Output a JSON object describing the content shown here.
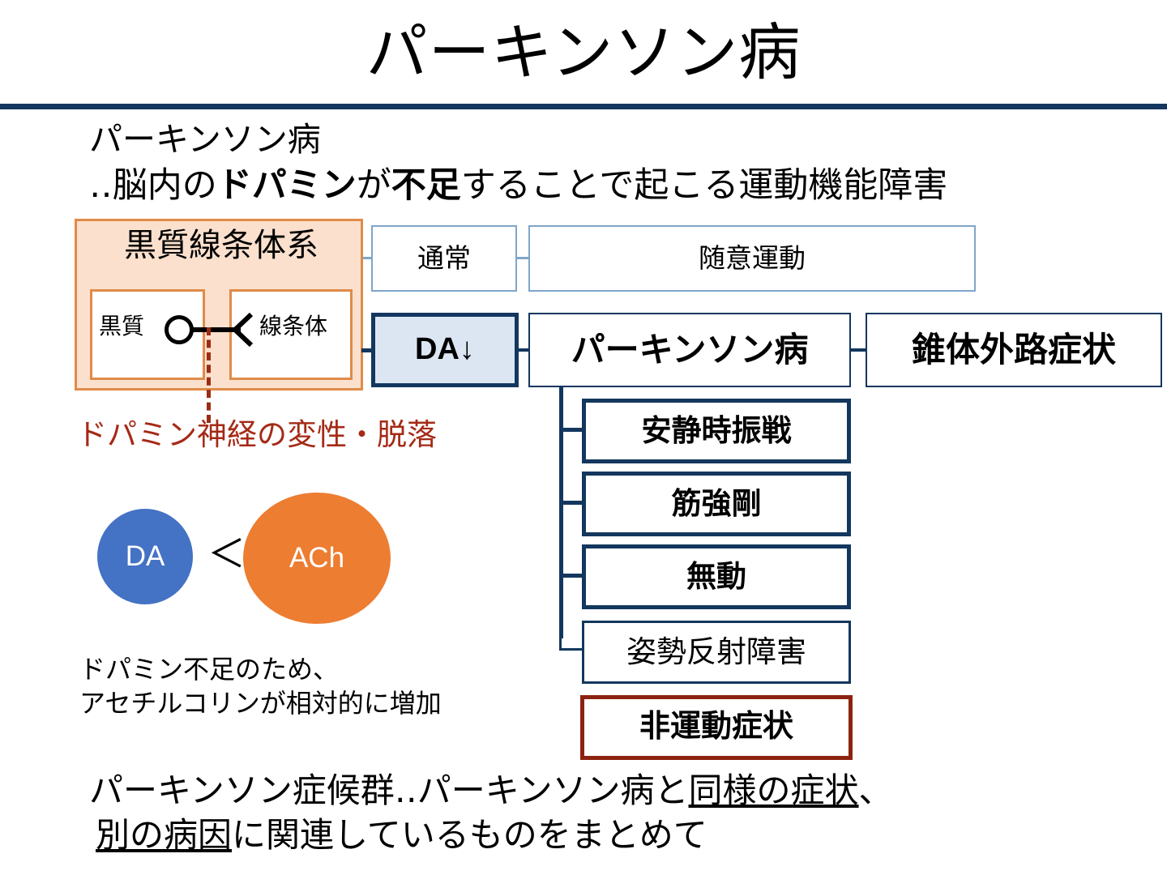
{
  "slide": {
    "title": "パーキンソン病",
    "rule_color": "#13375e"
  },
  "lead": {
    "line1": "パーキンソン病",
    "line2_prefix": "‥脳内の",
    "line2_bold1": "ドパミン",
    "line2_mid": "が",
    "line2_bold2": "不足",
    "line2_suffix": "することで起こる運動機能障害"
  },
  "nigrostriatal": {
    "group_label": "黒質線条体系",
    "cell_left_label": "黒質",
    "cell_right_label": "線条体",
    "group_fill": "#fbe0cd",
    "group_border": "#e08b48",
    "degeneration_caption": "ドパミン神経の変性・脱落",
    "degeneration_color": "#a52a16"
  },
  "flow": {
    "normal": "通常",
    "voluntary_movement": "随意運動",
    "da_down": "DA↓",
    "parkinson_disease": "パーキンソン病",
    "extrapyramidal": "錐体外路症状",
    "da_box_fill": "#dce6f3",
    "navy": "#13375e",
    "light_blue_border": "#7fa6c9"
  },
  "symptoms": {
    "items": [
      {
        "label": "安静時振戦"
      },
      {
        "label": "筋強剛"
      },
      {
        "label": "無動"
      },
      {
        "label": "姿勢反射障害"
      }
    ],
    "nonmotor": "非運動症状",
    "nonmotor_border": "#8c2310"
  },
  "neurotransmitters": {
    "da_label": "DA",
    "ach_label": "ACh",
    "comparator": "＜",
    "da_color": "#4472c4",
    "ach_color": "#ed7d31",
    "caption": "ドパミン不足のため、\nアセチルコリンが相対的に増加"
  },
  "footer": {
    "line1_a": "パーキンソン症候群‥パーキンソン病と",
    "line1_b": "同様の症状",
    "line1_c": "、",
    "line2_a": "別の病因",
    "line2_b": "に関連しているものをまとめて"
  }
}
